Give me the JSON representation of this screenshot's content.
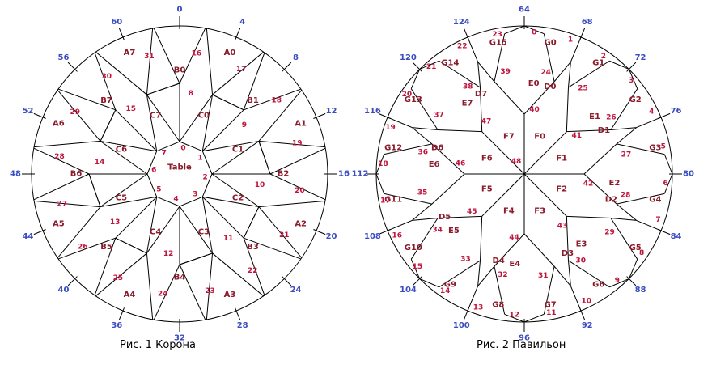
{
  "figure1": {
    "caption": "Рис. 1  Корона",
    "center_label": "Table",
    "outer_numbers": [
      "0",
      "4",
      "8",
      "12",
      "16",
      "20",
      "24",
      "28",
      "32",
      "36",
      "40",
      "44",
      "48",
      "52",
      "56",
      "60"
    ],
    "facet_labels": [
      "B0",
      "C0",
      "B1",
      "C1",
      "B2",
      "C2",
      "B3",
      "C3",
      "B4",
      "C4",
      "B5",
      "C5",
      "B6",
      "C6",
      "B7",
      "C7",
      "A0",
      "A1",
      "A2",
      "A3",
      "A4",
      "A5",
      "A6",
      "A7"
    ],
    "vertex_numbers": [
      "0",
      "1",
      "2",
      "3",
      "4",
      "5",
      "6",
      "7",
      "8",
      "9",
      "10",
      "11",
      "12",
      "13",
      "14",
      "15",
      "16",
      "17",
      "18",
      "19",
      "20",
      "21",
      "22",
      "23",
      "24",
      "25",
      "26",
      "27",
      "28",
      "29",
      "30",
      "31"
    ]
  },
  "figure2": {
    "caption": "Рис. 2  Павильон",
    "outer_numbers": [
      "64",
      "68",
      "72",
      "76",
      "80",
      "84",
      "88",
      "92",
      "96",
      "100",
      "104",
      "108",
      "112",
      "116",
      "120",
      "124"
    ],
    "facet_labels": [
      "E0",
      "D0",
      "E1",
      "D1",
      "E2",
      "D2",
      "E3",
      "D3",
      "E4",
      "D4",
      "E5",
      "D5",
      "E6",
      "D6",
      "E7",
      "D7",
      "F0",
      "F1",
      "F2",
      "F3",
      "F4",
      "F5",
      "F6",
      "F7",
      "G0",
      "G1",
      "G2",
      "G3",
      "G4",
      "G5",
      "G6",
      "G7",
      "G8",
      "G9",
      "G10",
      "G11",
      "G12",
      "G13",
      "G14",
      "G15"
    ],
    "vertex_numbers": [
      "0",
      "1",
      "2",
      "3",
      "4",
      "5",
      "6",
      "7",
      "8",
      "9",
      "10",
      "11",
      "12",
      "13",
      "14",
      "15",
      "16",
      "17",
      "18",
      "19",
      "20",
      "21",
      "22",
      "23",
      "24",
      "25",
      "26",
      "27",
      "28",
      "29",
      "30",
      "31",
      "32",
      "33",
      "34",
      "35",
      "36",
      "37",
      "38",
      "39",
      "40",
      "41",
      "42",
      "43",
      "44",
      "45",
      "46",
      "47",
      "48"
    ]
  },
  "colors": {
    "line": "#000000",
    "vertex": "#c0143c",
    "facet": "#8b1a2a",
    "outer": "#3a4cc0"
  }
}
